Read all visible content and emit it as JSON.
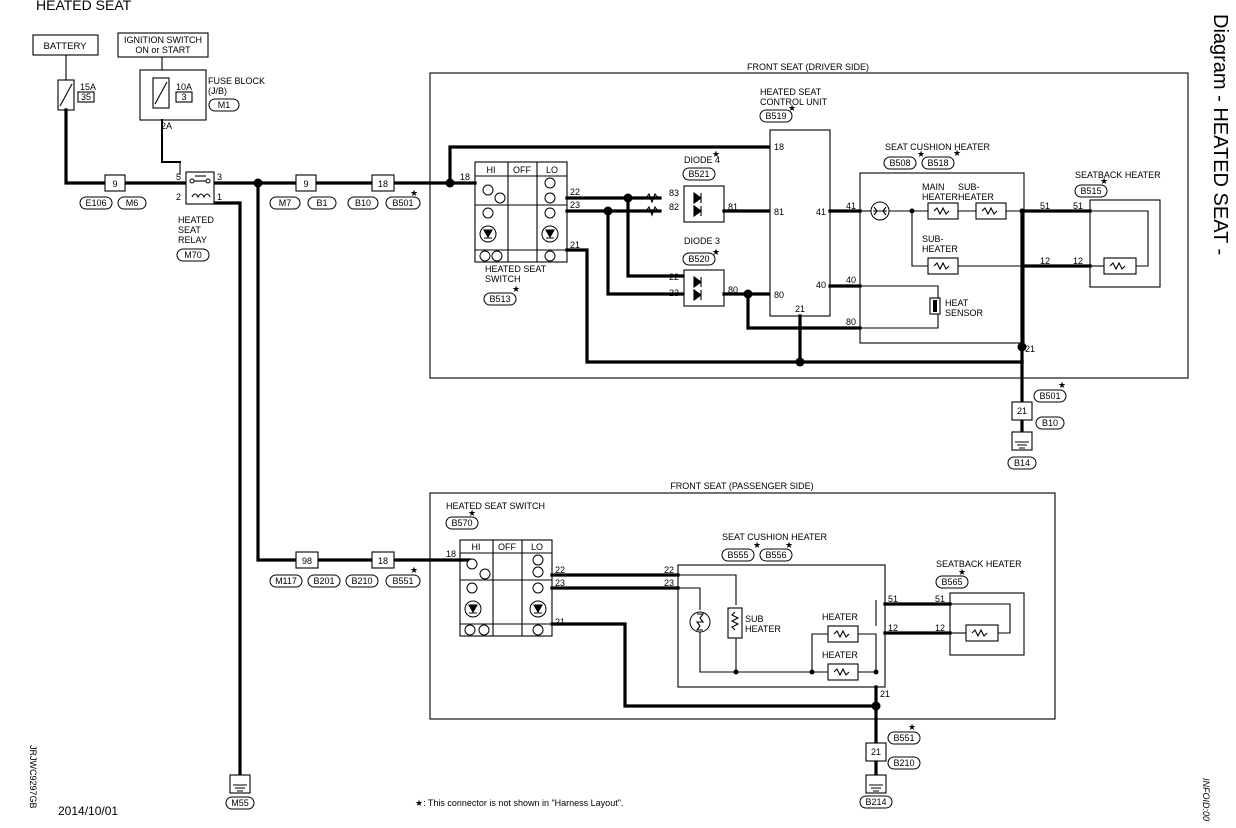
{
  "title": "HEATED SEAT",
  "side_title": "Diagram - HEATED SEAT -",
  "date": "2014/10/01",
  "footnote": "★: This connector is not shown in \"Harness Layout\".",
  "left_code": "JRJWC9297GB",
  "right_code": "INFOID:00",
  "power": {
    "battery": "BATTERY",
    "ignition_line1": "IGNITION SWITCH",
    "ignition_line2": "ON or START",
    "fuse1_amp": "15A",
    "fuse1_no": "35",
    "fuse2_amp": "10A",
    "fuse2_no": "3",
    "fuse_block_line1": "FUSE BLOCK",
    "fuse_block_line2": "(J/B)",
    "fuse_block_conn": "M1",
    "fuse2_out": "2A"
  },
  "relay": {
    "label_line1": "HEATED",
    "label_line2": "SEAT",
    "label_line3": "RELAY",
    "conn": "M70",
    "pin5": "5",
    "pin3": "3",
    "pin2": "2",
    "pin1": "1"
  },
  "top_connectors": {
    "j9a": "9",
    "e106": "E106",
    "m6": "M6",
    "j9b": "9",
    "m7": "M7",
    "b1": "B1",
    "j18": "18",
    "b10": "B10",
    "b501": "B501"
  },
  "driver": {
    "frame_title": "FRONT SEAT (DRIVER SIDE)",
    "ecu_line1": "HEATED SEAT",
    "ecu_line2": "CONTROL UNIT",
    "ecu_conn": "B519",
    "switch_line1": "HEATED SEAT",
    "switch_line2": "SWITCH",
    "switch_conn": "B513",
    "sw_hi": "HI",
    "sw_off": "OFF",
    "sw_lo": "LO",
    "diode4": "DIODE 4",
    "diode4_conn": "B521",
    "diode3": "DIODE 3",
    "diode3_conn": "B520",
    "cushion": "SEAT CUSHION HEATER",
    "cushion_conn1": "B508",
    "cushion_conn2": "B518",
    "main_heater_line1": "MAIN",
    "main_heater_line2": "HEATER",
    "sub_heater_line1": "SUB-",
    "sub_heater_line2": "HEATER",
    "sub2_line1": "SUB-",
    "sub2_line2": "HEATER",
    "heat_sensor_line1": "HEAT",
    "heat_sensor_line2": "SENSOR",
    "seatback": "SEATBACK HEATER",
    "seatback_conn": "B515",
    "pins": {
      "p18a": "18",
      "p18b": "18",
      "p22": "22",
      "p23": "23",
      "p21": "21",
      "p83": "83",
      "p82": "82",
      "p81a": "81",
      "p81b": "81",
      "p41a": "41",
      "p41b": "41",
      "p22d3": "22",
      "p23d3": "23",
      "p80a": "80",
      "p80b": "80",
      "p40a": "40",
      "p40b": "40",
      "p80c": "80",
      "p21ecu": "21",
      "p51a": "51",
      "p51b": "51",
      "p12a": "12",
      "p12b": "12",
      "p21c": "21"
    },
    "ground_j21": "21",
    "ground_b501": "B501",
    "ground_b10": "B10",
    "ground_b14": "B14"
  },
  "passenger": {
    "frame_title": "FRONT SEAT (PASSENGER SIDE)",
    "switch_title": "HEATED SEAT SWITCH",
    "switch_conn": "B570",
    "sw_hi": "HI",
    "sw_off": "OFF",
    "sw_lo": "LO",
    "cushion": "SEAT CUSHION HEATER",
    "cushion_conn1": "B555",
    "cushion_conn2": "B556",
    "sub_heater_line1": "SUB",
    "sub_heater_line2": "HEATER",
    "heater1": "HEATER",
    "heater2": "HEATER",
    "seatback": "SEATBACK HEATER",
    "seatback_conn": "B565",
    "j98": "98",
    "m117": "M117",
    "b201": "B201",
    "j18": "18",
    "b210": "B210",
    "b551": "B551",
    "pins": {
      "p18": "18",
      "p22a": "22",
      "p23a": "23",
      "p21a": "21",
      "p22b": "22",
      "p23b": "23",
      "p51a": "51",
      "p51b": "51",
      "p12a": "12",
      "p12b": "12",
      "p21b": "21"
    },
    "ground_j21": "21",
    "ground_b551": "B551",
    "ground_b210": "B210",
    "ground_b214": "B214"
  },
  "ground_m55": "M55"
}
